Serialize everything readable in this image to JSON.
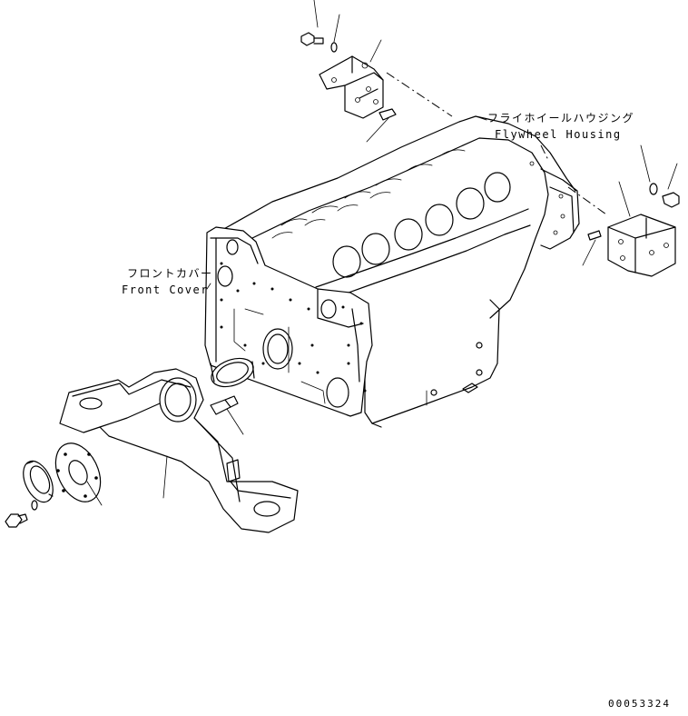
{
  "labels": {
    "flywheel_housing_jp": "フライホイールハウジング",
    "flywheel_housing_en": "Flywheel Housing",
    "front_cover_jp": "フロントカバー",
    "front_cover_en": "Front Cover"
  },
  "drawing_code": "00053324"
}
